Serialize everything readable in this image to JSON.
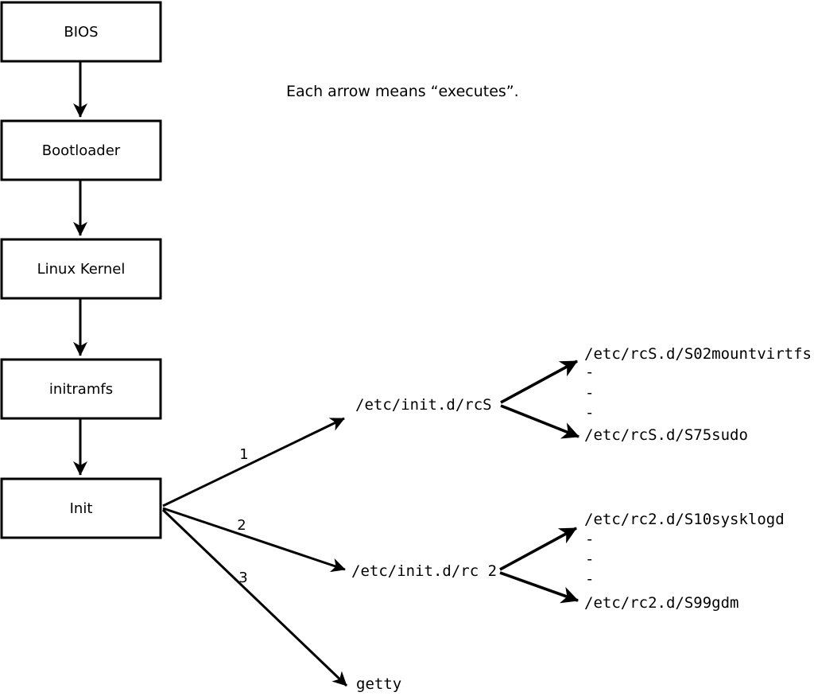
{
  "annotation": {
    "text": "Each arrow means “executes”."
  },
  "boxes": [
    {
      "label": "BIOS"
    },
    {
      "label": "Bootloader"
    },
    {
      "label": "Linux Kernel"
    },
    {
      "label": "initramfs"
    },
    {
      "label": "Init"
    }
  ],
  "branches": [
    {
      "number": "1",
      "target": "/etc/init.d/rcS"
    },
    {
      "number": "2",
      "target": "/etc/init.d/rc 2"
    },
    {
      "number": "3",
      "target": "getty"
    }
  ],
  "rcS_group": {
    "top": "/etc/rcS.d/S02mountvirtfs",
    "dashes": [
      "-",
      "-",
      "-"
    ],
    "bottom": "/etc/rcS.d/S75sudo"
  },
  "rc2_group": {
    "top": "/etc/rc2.d/S10sysklogd",
    "dashes": [
      "-",
      "-",
      "-"
    ],
    "bottom": "/etc/rc2.d/S99gdm"
  },
  "colors": {
    "ink": "#000000",
    "background": "#ffffff"
  }
}
